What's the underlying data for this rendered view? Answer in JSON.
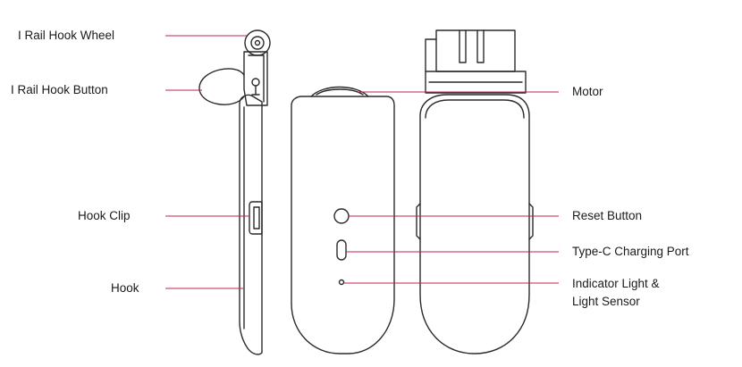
{
  "labels": {
    "rail_hook_wheel": "I Rail Hook Wheel",
    "rail_hook_button": "I Rail Hook Button",
    "hook_clip": "Hook Clip",
    "hook": "Hook",
    "motor": "Motor",
    "reset_button": "Reset Button",
    "type_c_port": "Type-C Charging Port",
    "indicator_light_line1": "Indicator Light &",
    "indicator_light_line2": "Light Sensor"
  },
  "colors": {
    "leader_line": "#c0244a",
    "outline": "#2a2a2a"
  }
}
